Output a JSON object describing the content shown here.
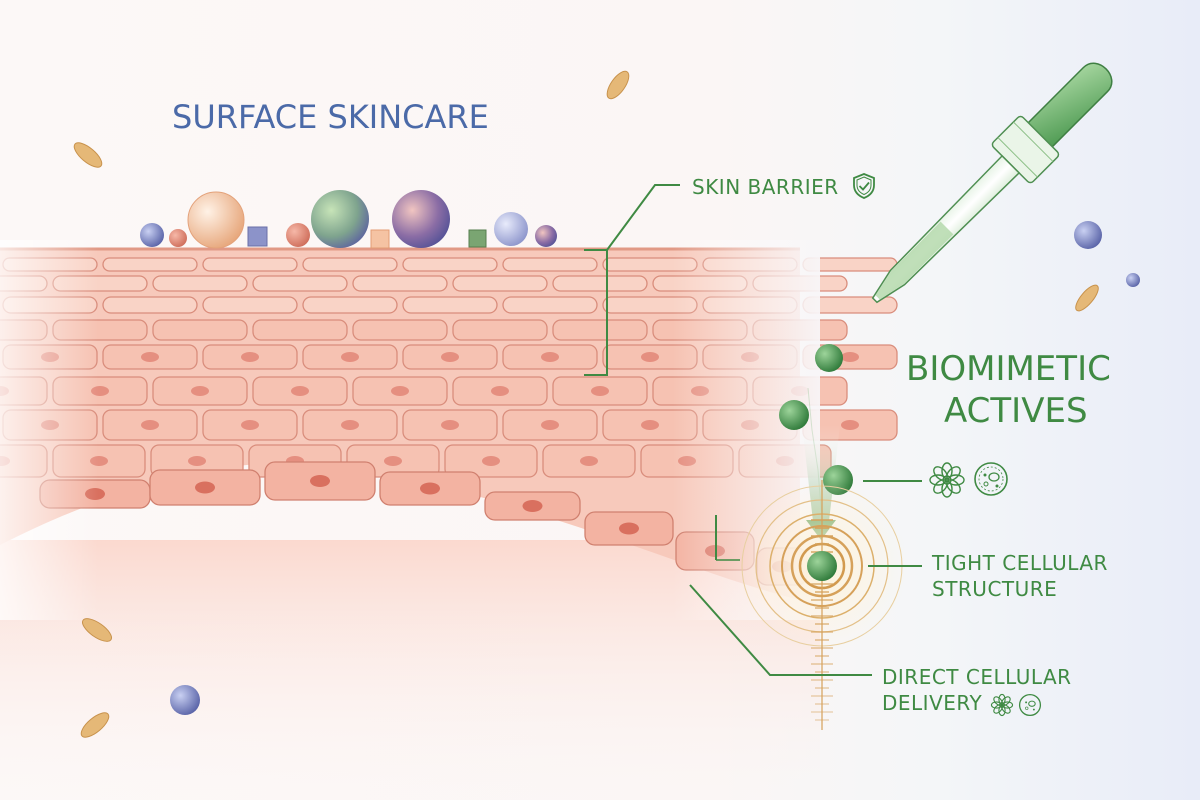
{
  "labels": {
    "surface_title": "SURFACE SKINCARE",
    "skin_barrier": "SKIN BARRIER",
    "biomimetic_line1": "BIOMIMETIC",
    "biomimetic_line2": "ACTIVES",
    "tight_line1": "TIGHT CELLULAR",
    "tight_line2": "STRUCTURE",
    "direct_line1": "DIRECT CELLULAR",
    "direct_line2": "DELIVERY"
  },
  "icons": {
    "barrier": "shield-check-icon",
    "active_flower": "flower-icon",
    "active_cell": "cell-icon"
  },
  "colors": {
    "accent_blue": "#4b6aa8",
    "accent_green": "#3f8a43",
    "skin": "#f3b6a6",
    "skin_outline": "#d98d7c",
    "gold": "#d6a15a"
  }
}
